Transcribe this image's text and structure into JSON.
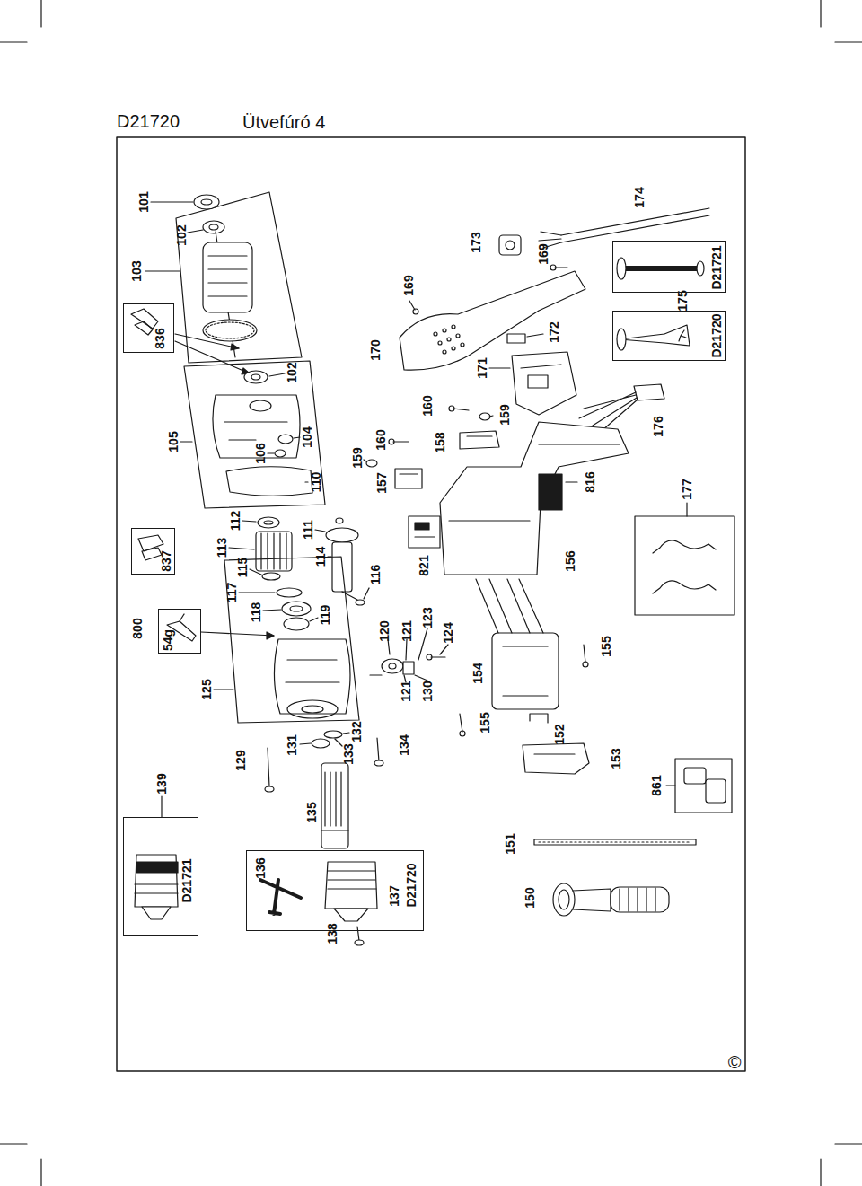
{
  "diagram": {
    "title": "D21720",
    "nodes": [
      {
        "text": [
          "836"
        ]
      },
      {
        "text": [
          "837"
        ]
      },
      {
        "text": [
          "54g"
        ]
      },
      {
        "text": [
          "D21721"
        ]
      },
      {
        "text": [
          "136",
          "137",
          "D21720"
        ]
      },
      {
        "text": [
          "D21721"
        ]
      },
      {
        "text": [
          "D21720"
        ]
      }
    ],
    "labels": [
      "Ütvefúró 4",
      "101",
      "103",
      "102",
      "105",
      "102",
      "104",
      "106",
      "110",
      "113",
      "112",
      "115",
      "111",
      "114",
      "116",
      "117",
      "118",
      "119",
      "800",
      "125",
      "120",
      "121",
      "121",
      "123",
      "124",
      "130",
      "129",
      "131",
      "132",
      "133",
      "134",
      "139",
      "135",
      "138",
      "159",
      "160",
      "157",
      "158",
      "160",
      "159",
      "169",
      "170",
      "171",
      "173",
      "169",
      "172",
      "174",
      "175",
      "176",
      "177",
      "816",
      "156",
      "821",
      "154",
      "155",
      "155",
      "152",
      "153",
      "861",
      "151",
      "150",
      "©"
    ]
  }
}
